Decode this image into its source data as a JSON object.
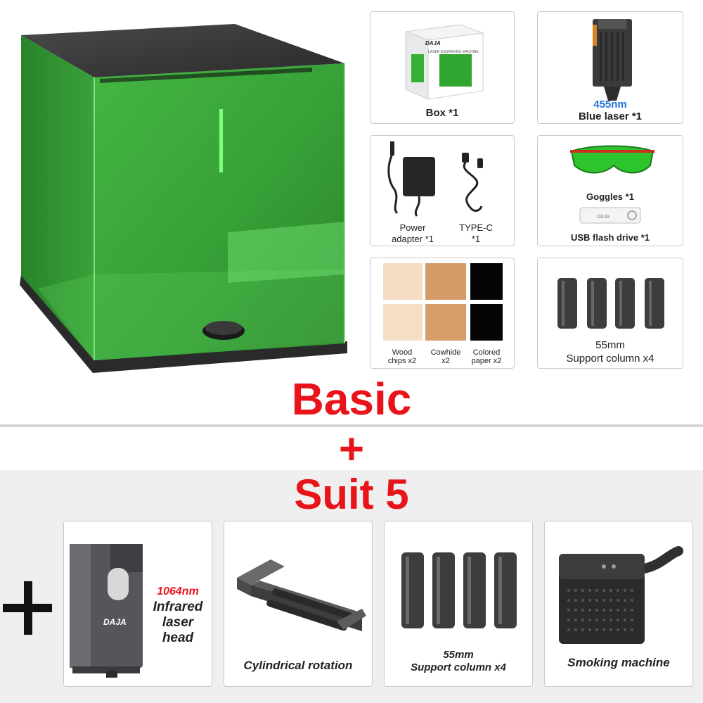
{
  "brand": "DAJA",
  "box_label": "LASER ENGRAVING MACHINE",
  "accessories": {
    "box": {
      "label": "Box *1"
    },
    "laser": {
      "wavelength": "455nm",
      "label": "Blue laser *1"
    },
    "power": {
      "adapter_label_line1": "Power",
      "adapter_label_line2": "adapter *1",
      "cable_label_line1": "TYPE-C",
      "cable_label_line2": "*1"
    },
    "goggles": {
      "label": "Goggles *1",
      "usb_label": "USB flash drive *1",
      "usb_tag": "DAJA"
    },
    "materials": {
      "wood_line1": "Wood",
      "wood_line2": "chips x2",
      "cowhide_line1": "Cowhide",
      "cowhide_line2": "x2",
      "colored_line1": "Colored",
      "colored_line2": "paper x2"
    },
    "columns": {
      "label_line1": "55mm",
      "label_line2": "Support column x4"
    }
  },
  "headline": "Basic",
  "plus_symbol": "+",
  "suit_title": "Suit 5",
  "suit_items": {
    "infrared": {
      "line1": "1064nm",
      "line2": "Infrared",
      "line3": "laser",
      "line4": "head"
    },
    "rotation": {
      "label": "Cylindrical rotation"
    },
    "columns": {
      "line1": "55mm",
      "line2": "Support column x4"
    },
    "smoking": {
      "label": "Smoking machine"
    }
  },
  "colors": {
    "accent_red": "#e8141a",
    "laser_blue": "#1f6fd6",
    "machine_green": "#2fb52f"
  }
}
